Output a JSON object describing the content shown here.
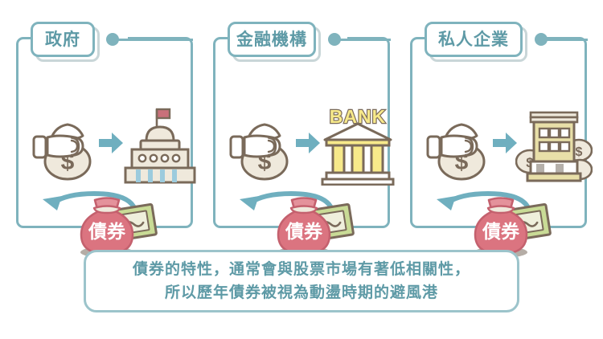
{
  "meta": {
    "title": "債券發行機構圖解",
    "background": "#ffffff"
  },
  "colors": {
    "teal": "#7FB3BD",
    "teal_text": "#5E9AA6",
    "teal_light": "#9CC4CB",
    "chip_shadow": "#C9D6D8",
    "brown_outline": "#7A6A5A",
    "cream": "#EFE9DC",
    "bag_pink": "#DB7480",
    "bag_pink_dark": "#C4616E",
    "yellow": "#F7E98A",
    "yellow_dark": "#E9D96A",
    "building_body": "#E8DFA8",
    "note_green": "#C9DB96",
    "flag_red": "#C9707A",
    "column_blue": "#9CCBDD",
    "shadow_brown": "#6B5C4D"
  },
  "panels": [
    {
      "label": "政府",
      "icon_left": "hand-holding-money-bag",
      "icon_left_symbol": "$",
      "arrow": "arrow-right",
      "icon_right": "government-capitol-building",
      "return_arrow": "curved-arrow-up-left",
      "bond_bag_label": "債券",
      "bond_note": "banknote"
    },
    {
      "label": "金融機構",
      "icon_left": "hand-holding-money-bag",
      "icon_left_symbol": "$",
      "arrow": "arrow-right",
      "icon_right": "bank-building",
      "icon_right_text": "BANK",
      "return_arrow": "curved-arrow-up-left",
      "bond_bag_label": "債券",
      "bond_note": "banknote"
    },
    {
      "label": "私人企業",
      "icon_left": "hand-holding-money-bag",
      "icon_left_symbol": "$",
      "arrow": "arrow-right",
      "icon_right": "office-building-with-money-bags",
      "return_arrow": "curved-arrow-up-left",
      "bond_bag_label": "債券",
      "bond_note": "banknote"
    }
  ],
  "caption": {
    "line1": "債券的特性，通常會與股票市場有著低相關性，",
    "line2": "所以歷年債券被視為動盪時期的避風港"
  }
}
